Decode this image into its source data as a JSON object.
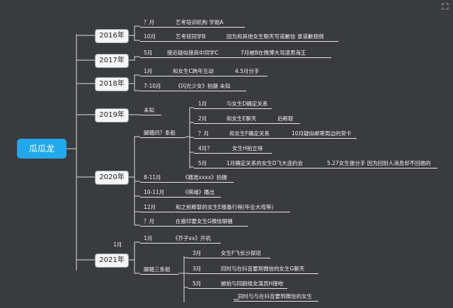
{
  "root": {
    "label": "瓜瓜龙"
  },
  "corner_icon": "expand-icon",
  "years": [
    {
      "label": "2016年",
      "items": [
        {
          "time": "？月",
          "text": "艺考培训机构 学姐A"
        },
        {
          "time": "10月",
          "text": "艺考班同学B",
          "text2": "因为和其他女生聊天写道歉信 录道歉视频"
        }
      ]
    },
    {
      "label": "2017年",
      "items": [
        {
          "time": "5月",
          "text": "接近疑似接高中同学C",
          "text2": "7月被B在微博大骂渣男海王"
        }
      ]
    },
    {
      "label": "2018年",
      "items": [
        {
          "time": "1月",
          "text": "和女生C跨年互动",
          "text2": "4.5月分手"
        },
        {
          "time": "7-10月",
          "text": "《闪光少女》拍摄 未知"
        }
      ]
    },
    {
      "label": "2019年",
      "items": [
        {
          "time": "",
          "text": "未知"
        }
      ]
    },
    {
      "label": "2020年",
      "group": "脚踏四？条船",
      "items": [
        {
          "time": "1月",
          "text": "与女生D确定关系"
        },
        {
          "time": "2月",
          "text": "和女生E聊天",
          "text2": "后断联"
        },
        {
          "time": "？月",
          "text": "和女生F确定关系",
          "text2": "10月疑似邮寄周边的贺卡"
        },
        {
          "time": "4月？",
          "text": "女生H拍立得"
        },
        {
          "time": "5月",
          "text": "1月确定关系的女生D飞大连约会",
          "text2": "5.27女生提分手 因为回别人消息却不回她的"
        }
      ],
      "items_more": [
        {
          "time": "8-11月",
          "text": "《踏准xxxx》拍摄"
        },
        {
          "time": "10-11月",
          "text": "《棋魂》播出"
        },
        {
          "time": "12月",
          "text": "和之前断联的女生E报备行程(毕业大戏等)"
        },
        {
          "time": "？月",
          "text": "在瘦印要女生G微信聊骚"
        }
      ]
    },
    {
      "label": "2021年",
      "side": "1月",
      "items": [
        {
          "time": "1月",
          "text": "《芥子xx》开机"
        }
      ],
      "group": "脚踏三条船",
      "group_items": [
        {
          "time": "3月",
          "text": "女生F飞长沙探班"
        },
        {
          "time": "3月",
          "text": "同时与在抖音要到微信的女生G聊天"
        },
        {
          "time": "5月",
          "text": "被拍与同剧组女演员H接吻"
        },
        {
          "time": "",
          "text": "同时与与在抖音要到微信的女生"
        }
      ]
    }
  ]
}
